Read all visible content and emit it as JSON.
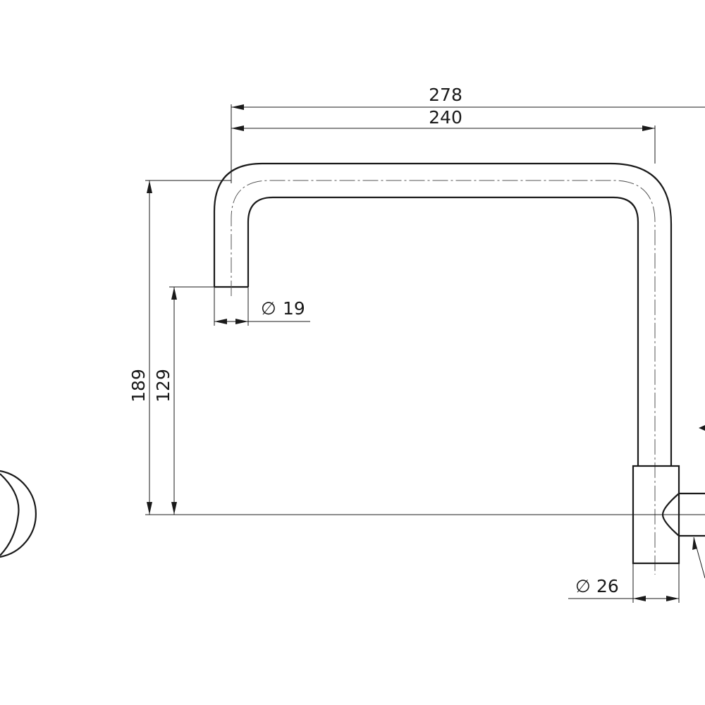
{
  "dimensions": {
    "overall_width": "278",
    "inner_width": "240",
    "total_height": "189",
    "outlet_height": "129",
    "outlet_diameter": "19",
    "base_diameter": "26"
  },
  "symbols": {
    "diameter": "∅"
  }
}
